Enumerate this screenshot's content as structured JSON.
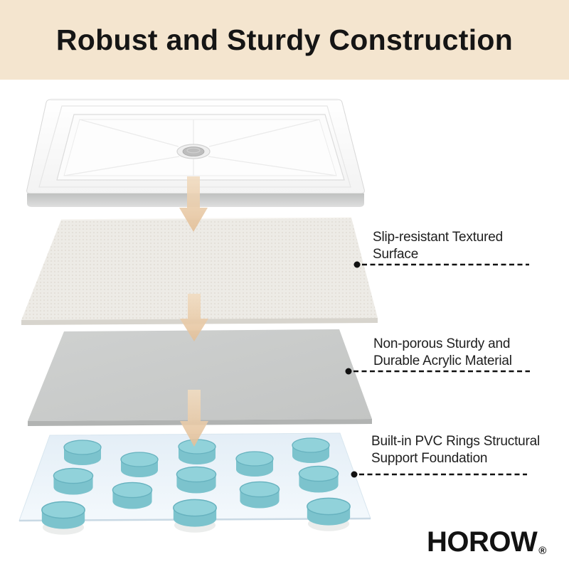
{
  "header": {
    "title": "Robust and Sturdy Construction"
  },
  "callouts": [
    {
      "line1": "Slip-resistant Textured",
      "line2": "Surface"
    },
    {
      "line1": "Non-porous Sturdy and",
      "line2": "Durable Acrylic Material"
    },
    {
      "line1": "Built-in PVC Rings Structural",
      "line2": "Support Foundation"
    }
  ],
  "brand": {
    "name": "HOROW",
    "registered_mark": "®"
  },
  "diagram": {
    "type": "exploded-view",
    "arrow_direction": "down",
    "arrow_count": 3,
    "pvc_ring_count": 13,
    "colors": {
      "banner_background": "#f4e5cf",
      "flow_arrow": "#e8c7a2",
      "pvc_ring_top": "#91d2da",
      "pvc_ring_side": "#7cc3cd",
      "acrylic_layer": "#c9cbca",
      "textured_layer": "#edebe6",
      "foundation_sheet": "#e9f2f9",
      "leader_line": "#111111",
      "text": "#1e1e1e"
    }
  }
}
